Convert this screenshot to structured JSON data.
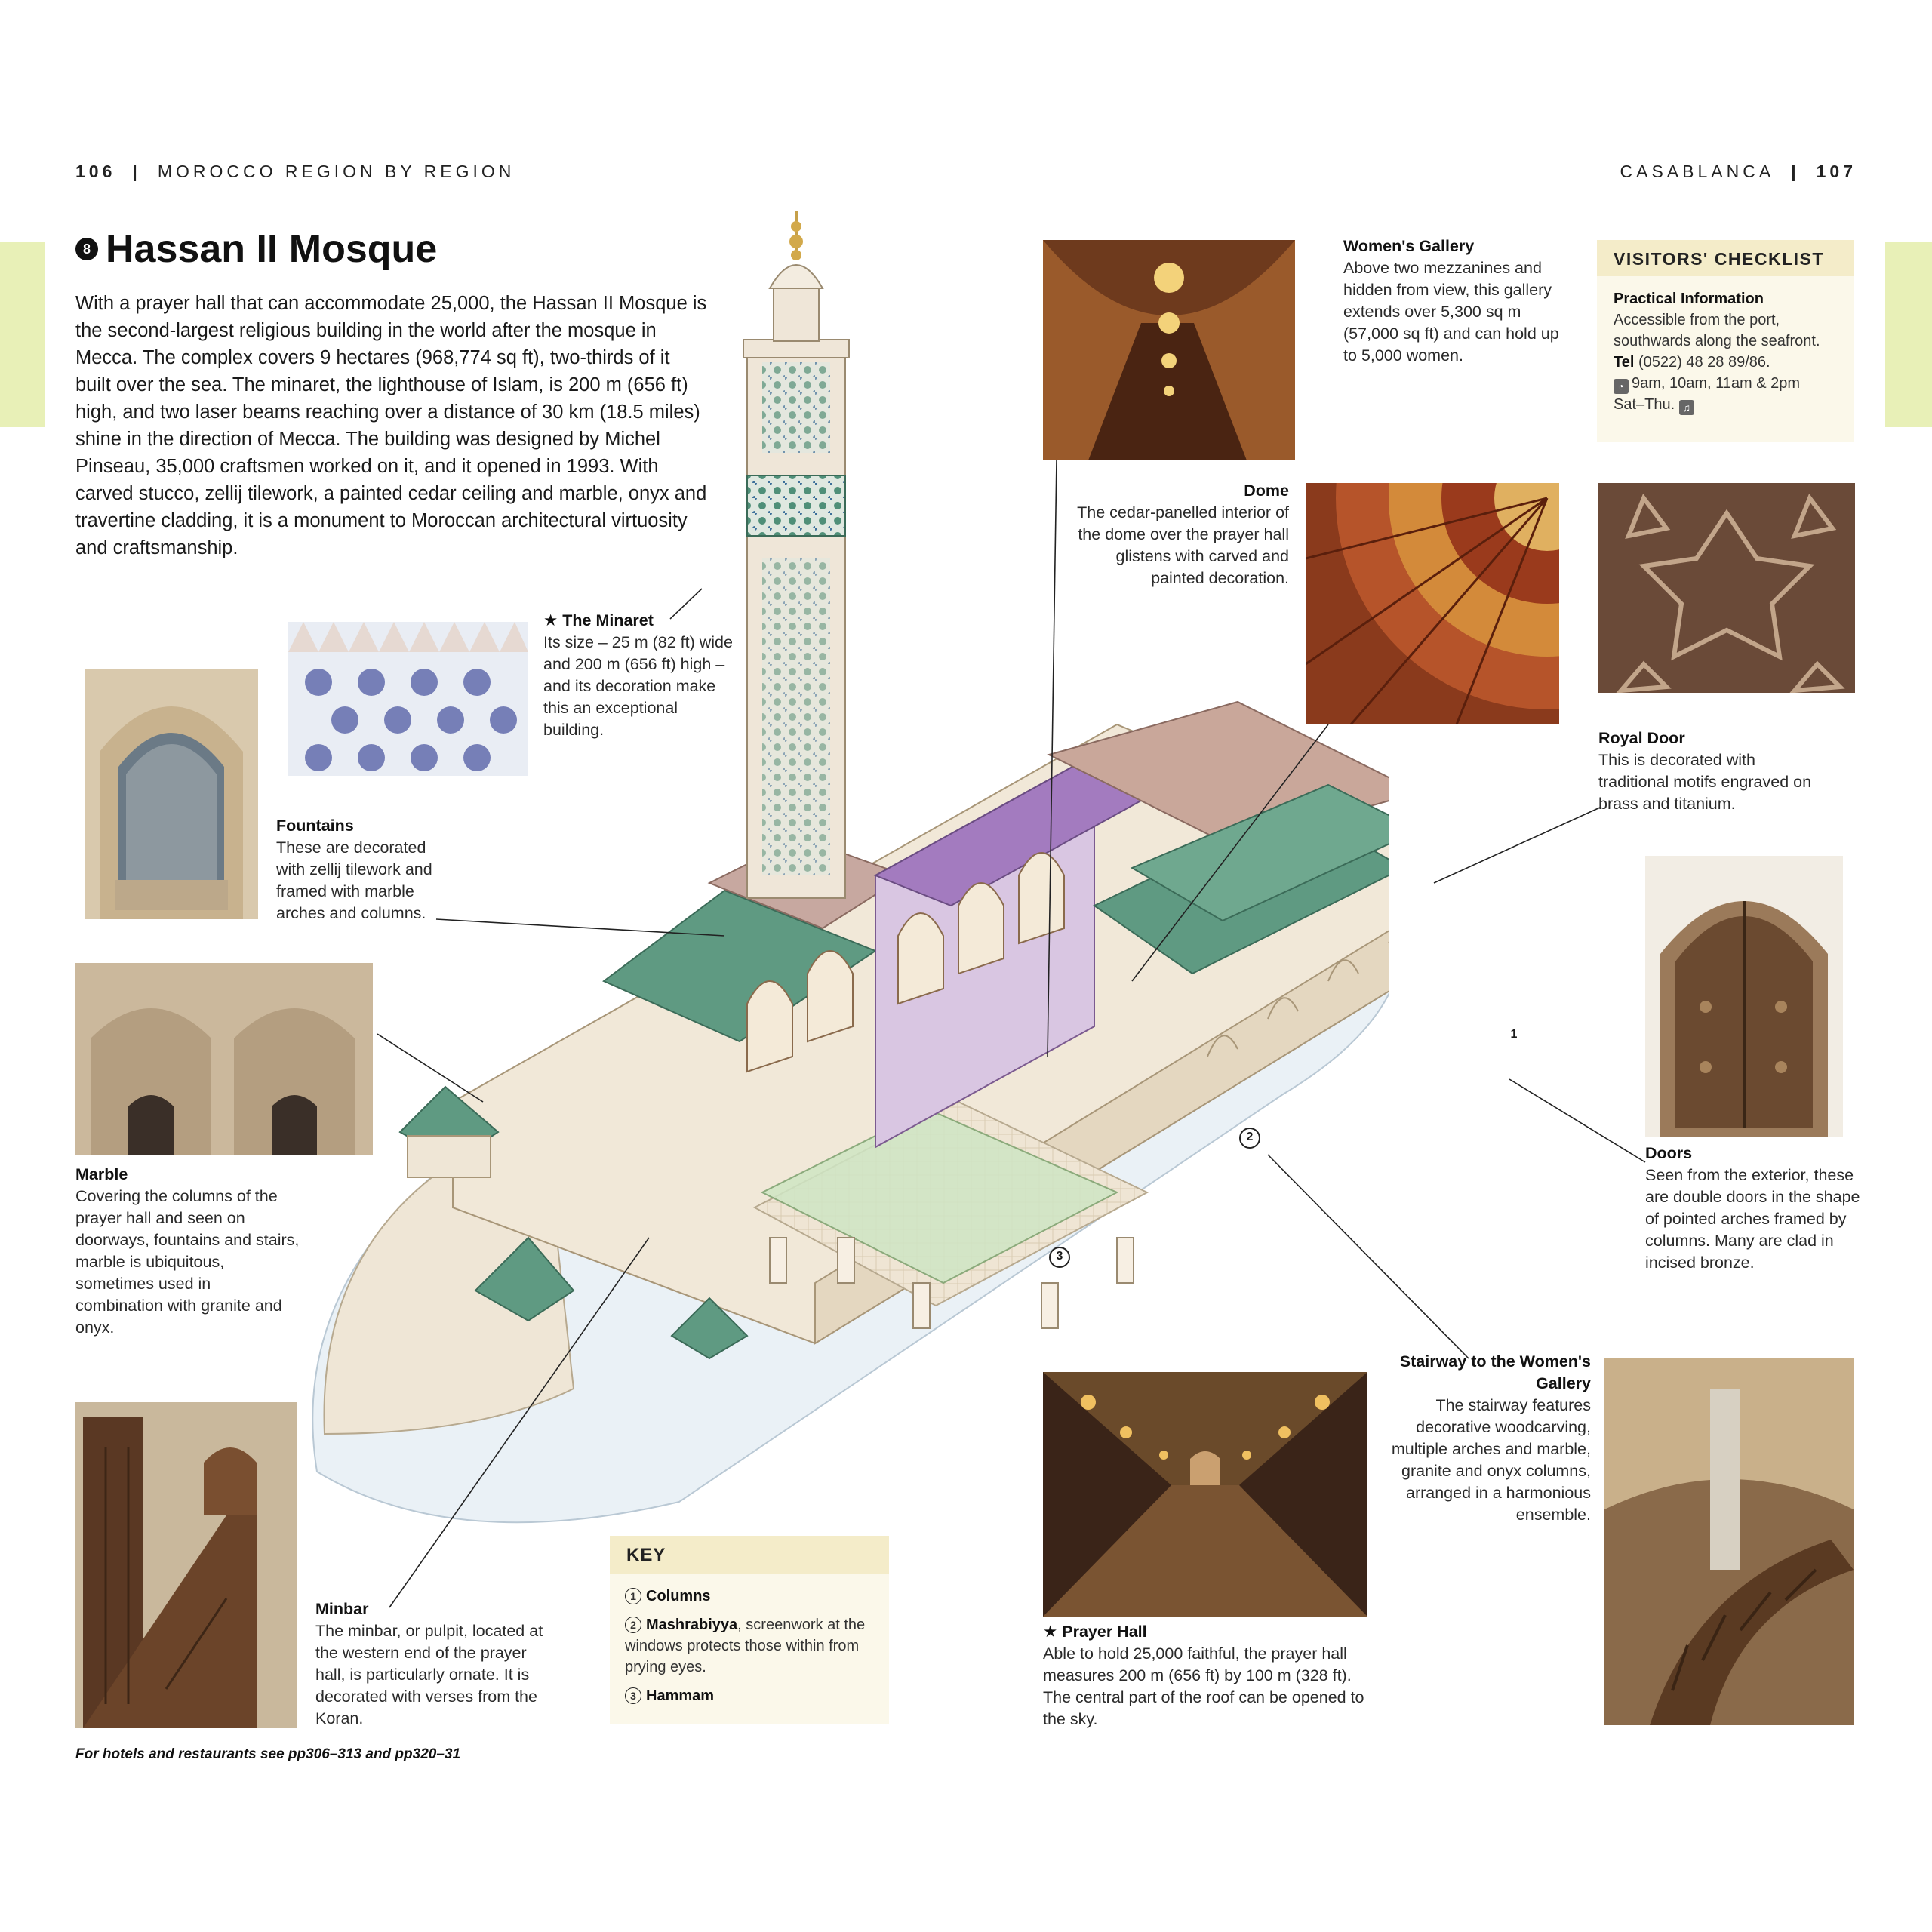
{
  "header": {
    "left_page": "106",
    "left_section": "MOROCCO REGION BY REGION",
    "right_section": "CASABLANCA",
    "right_page": "107",
    "separator": "|"
  },
  "title": {
    "number": "8",
    "text": "Hassan II Mosque"
  },
  "intro": "With a prayer hall that can accommodate 25,000, the Hassan II Mosque is the second-largest religious building in the world after the mosque in Mecca. The complex covers 9 hectares (968,774 sq ft), two-thirds of it built over the sea. The minaret, the lighthouse of Islam, is 200 m (656 ft) high, and two laser beams reaching over a distance of 30 km (18.5 miles) shine in the direction of Mecca. The building was designed by Michel Pinseau, 35,000 craftsmen worked on it, and it opened in 1993. With carved stucco, zellij tilework, a painted cedar ceiling and marble, onyx and travertine cladding, it is a monument to Moroccan architectural virtuosity and craftsmanship.",
  "captions": {
    "minaret": {
      "heading": "★ The Minaret",
      "text": "Its size – 25 m (82 ft) wide and 200 m (656 ft) high – and its decoration make this an exceptional building."
    },
    "fountains": {
      "heading": "Fountains",
      "text": "These are decorated with zellij tilework and framed with marble arches and columns."
    },
    "marble": {
      "heading": "Marble",
      "text": "Covering the columns of the prayer hall and seen on doorways, fountains and stairs, marble is ubiquitous, sometimes used in combination with granite and onyx."
    },
    "minbar": {
      "heading": "Minbar",
      "text": "The minbar, or pulpit, located at the western end of the prayer hall, is particularly ornate. It is decorated with verses from the Koran."
    },
    "womens_gallery": {
      "heading": "Women's Gallery",
      "text": "Above two mezzanines and hidden from view, this gallery extends over 5,300 sq m (57,000 sq ft) and can hold up to 5,000 women."
    },
    "dome": {
      "heading": "Dome",
      "text": "The cedar-panelled interior of the dome over the prayer hall glistens with carved and painted decoration."
    },
    "royal_door": {
      "heading": "Royal Door",
      "text": "This is decorated with traditional motifs engraved on brass and titanium."
    },
    "doors": {
      "heading": "Doors",
      "text": "Seen from the exterior, these are double doors in the shape of pointed arches framed by columns. Many are clad in incised bronze."
    },
    "stairway": {
      "heading": "Stairway to the Women's Gallery",
      "text": "The stairway features decorative woodcarving, multiple arches and marble, granite and onyx columns, arranged in a harmonious ensemble."
    },
    "prayer_hall": {
      "heading": "★ Prayer Hall",
      "text": "Able to hold 25,000 faithful, the prayer hall measures 200 m (656 ft) by 100 m (328 ft). The central part of the roof can be opened to the sky."
    }
  },
  "checklist": {
    "title": "VISITORS' CHECKLIST",
    "section": "Practical Information",
    "location": "Accessible from the port, southwards along the seafront.",
    "tel_label": "Tel",
    "tel": "(0522) 48 28 89/86.",
    "hours": "9am, 10am, 11am & 2pm",
    "days": "Sat–Thu."
  },
  "key": {
    "title": "KEY",
    "items": [
      {
        "num": "1",
        "label": "Columns",
        "desc": ""
      },
      {
        "num": "2",
        "label": "Mashrabiyya",
        "desc": ", screenwork at the windows protects those within from prying eyes."
      },
      {
        "num": "3",
        "label": "Hammam",
        "desc": ""
      }
    ]
  },
  "markers": [
    "1",
    "2",
    "3"
  ],
  "footnote": "For hotels and restaurants see pp306–313 and pp320–31",
  "colors": {
    "tab": "#e8f0b7",
    "panel": "#fbf8ea",
    "panel_head": "#f4ecc9",
    "roof_green": "#5f9a82"
  }
}
